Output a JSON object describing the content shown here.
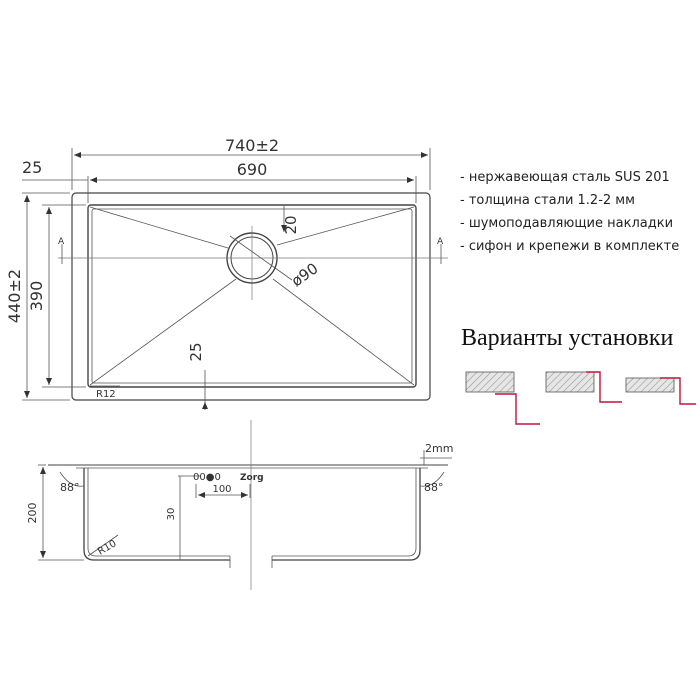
{
  "features": [
    "- нержавеющая сталь SUS 201",
    "- толщина стали 1.2-2 мм",
    "- шумоподавляющие накладки",
    "- сифон и крепежи в комплекте"
  ],
  "variants_title": "Варианты установки",
  "colors": {
    "line": "#444444",
    "variant_line": "#c0143c",
    "hatch": "#999999"
  },
  "top_view": {
    "dim_total_width": "740±2",
    "dim_inner_width": "690",
    "dim_rim": "25",
    "dim_total_height": "440±2",
    "dim_inner_height": "390",
    "dim_drain_offset": "20",
    "dim_drain_diameter": "ø90",
    "dim_bottom_offset": "25",
    "corner_radius": "R12",
    "section_mark": "A"
  },
  "side_view": {
    "dim_wall": "2mm",
    "dim_depth": "200",
    "angle_left": "88°",
    "angle_right": "88°",
    "dim_overflow_height": "30",
    "dim_overflow_width": "100",
    "corner_radius": "R10",
    "overflow_holes": "00●0",
    "brand_mark": "Zorg"
  }
}
